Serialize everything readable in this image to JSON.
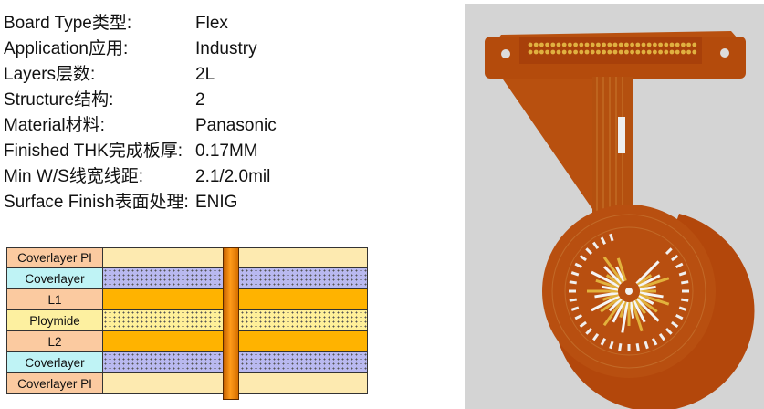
{
  "specs": [
    {
      "label": "Board Type类型:",
      "value": "Flex"
    },
    {
      "label": "Application应用:",
      "value": "Industry"
    },
    {
      "label": "Layers层数:",
      "value": "2L"
    },
    {
      "label": "Structure结构:",
      "value": "2"
    },
    {
      "label": "Material材料:",
      "value": "Panasonic"
    },
    {
      "label": "Finished THK完成板厚:",
      "value": "0.17MM"
    },
    {
      "label": "Min W/S线宽线距:",
      "value": "2.1/2.0mil"
    },
    {
      "label": "Surface Finish表面处理:",
      "value": "ENIG"
    }
  ],
  "stackup": [
    {
      "name": "Coverlayer PI",
      "name_bg": "#fbcaa0",
      "fill": "#fdeab0",
      "pattern": "none"
    },
    {
      "name": "Coverlayer",
      "name_bg": "#bff3f5",
      "fill": "#b9b9f0",
      "pattern": "dots"
    },
    {
      "name": "L1",
      "name_bg": "#fbcaa0",
      "fill": "#ffb300",
      "pattern": "none"
    },
    {
      "name": "Ploymide",
      "name_bg": "#fdf0a0",
      "fill": "#fff099",
      "pattern": "dots"
    },
    {
      "name": "L2",
      "name_bg": "#fbcaa0",
      "fill": "#ffb300",
      "pattern": "none"
    },
    {
      "name": "Coverlayer",
      "name_bg": "#bff3f5",
      "fill": "#b9b9f0",
      "pattern": "dots"
    },
    {
      "name": "Coverlayer PI",
      "name_bg": "#fbcaa0",
      "fill": "#fdeab0",
      "pattern": "none"
    }
  ]
}
